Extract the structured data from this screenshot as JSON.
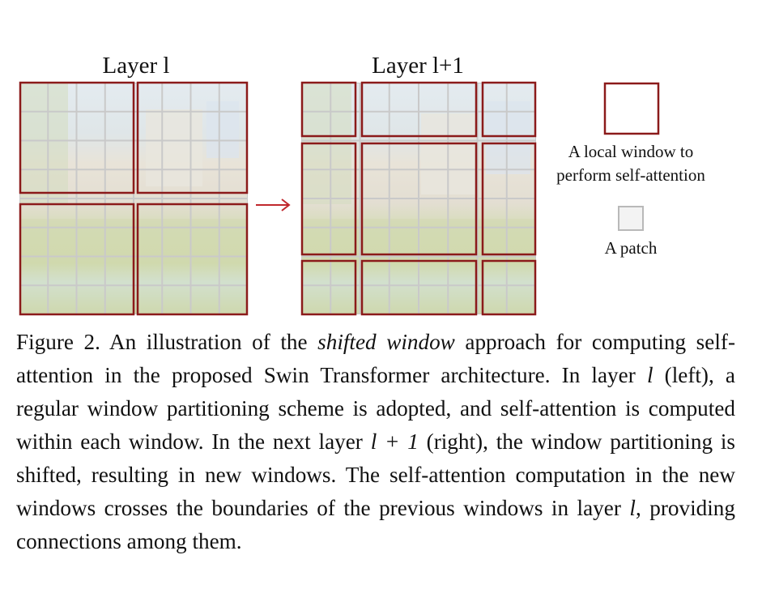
{
  "figure": {
    "left_title": "Layer l",
    "right_title": "Layer l+1",
    "legend_window_line1": "A local window to",
    "legend_window_line2": "perform self-attention",
    "legend_patch": "A patch",
    "colors": {
      "window_border": "#8b1a1a",
      "patch_grid": "#c9c9c9",
      "arrow": "#c0282d",
      "sky": "#dfe8ee",
      "castle": "#e6e2d8",
      "foliage": "#d3dcb2",
      "water": "#d7e6e4"
    }
  },
  "caption": {
    "label": "Figure 2. An illustration of the ",
    "emphasis": "shifted window",
    "body1": " approach for computing self-attention in the proposed Swin Transformer architecture. In layer ",
    "var_l1": "l",
    "body2": " (left), a regular window partitioning scheme is adopted, and self-attention is computed within each window. In the next layer ",
    "var_l2": "l + 1",
    "body3": " (right), the window partitioning is shifted, resulting in new windows. The self-attention computation in the new windows crosses the boundaries of the previous windows in layer ",
    "var_l3": "l",
    "body4": ", providing connections among them."
  }
}
